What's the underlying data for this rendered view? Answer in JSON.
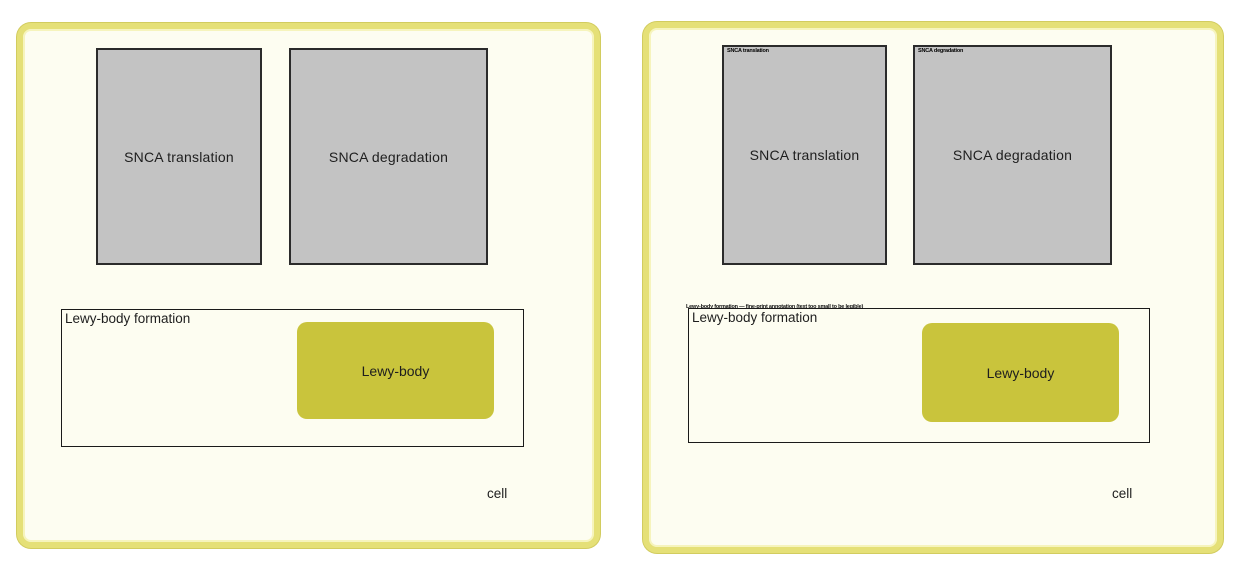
{
  "figure": {
    "description_colors": {
      "cell_fill": "#fdfdf1",
      "cell_border_yellow": "#e5e077",
      "submap_gray": "#c3c3c3",
      "lewy_body_olive": "#c9c43c",
      "text": "#1e1e1e"
    },
    "left": {
      "boxes": [
        {
          "label": "SNCA translation"
        },
        {
          "label": "SNCA degradation"
        }
      ],
      "formation_label": "Lewy-body formation",
      "lewy_body_label": "Lewy-body",
      "cell_label": "cell"
    },
    "right": {
      "boxes": [
        {
          "label": "SNCA translation",
          "corner_label": "SNCA translation"
        },
        {
          "label": "SNCA degradation",
          "corner_label": "SNCA degradation"
        }
      ],
      "formation_label": "Lewy-body formation",
      "formation_overlay_fineprint": "Lewy-body formation — fine-print annotation (text too small to be legible)",
      "lewy_body_label": "Lewy-body",
      "cell_label": "cell"
    }
  }
}
